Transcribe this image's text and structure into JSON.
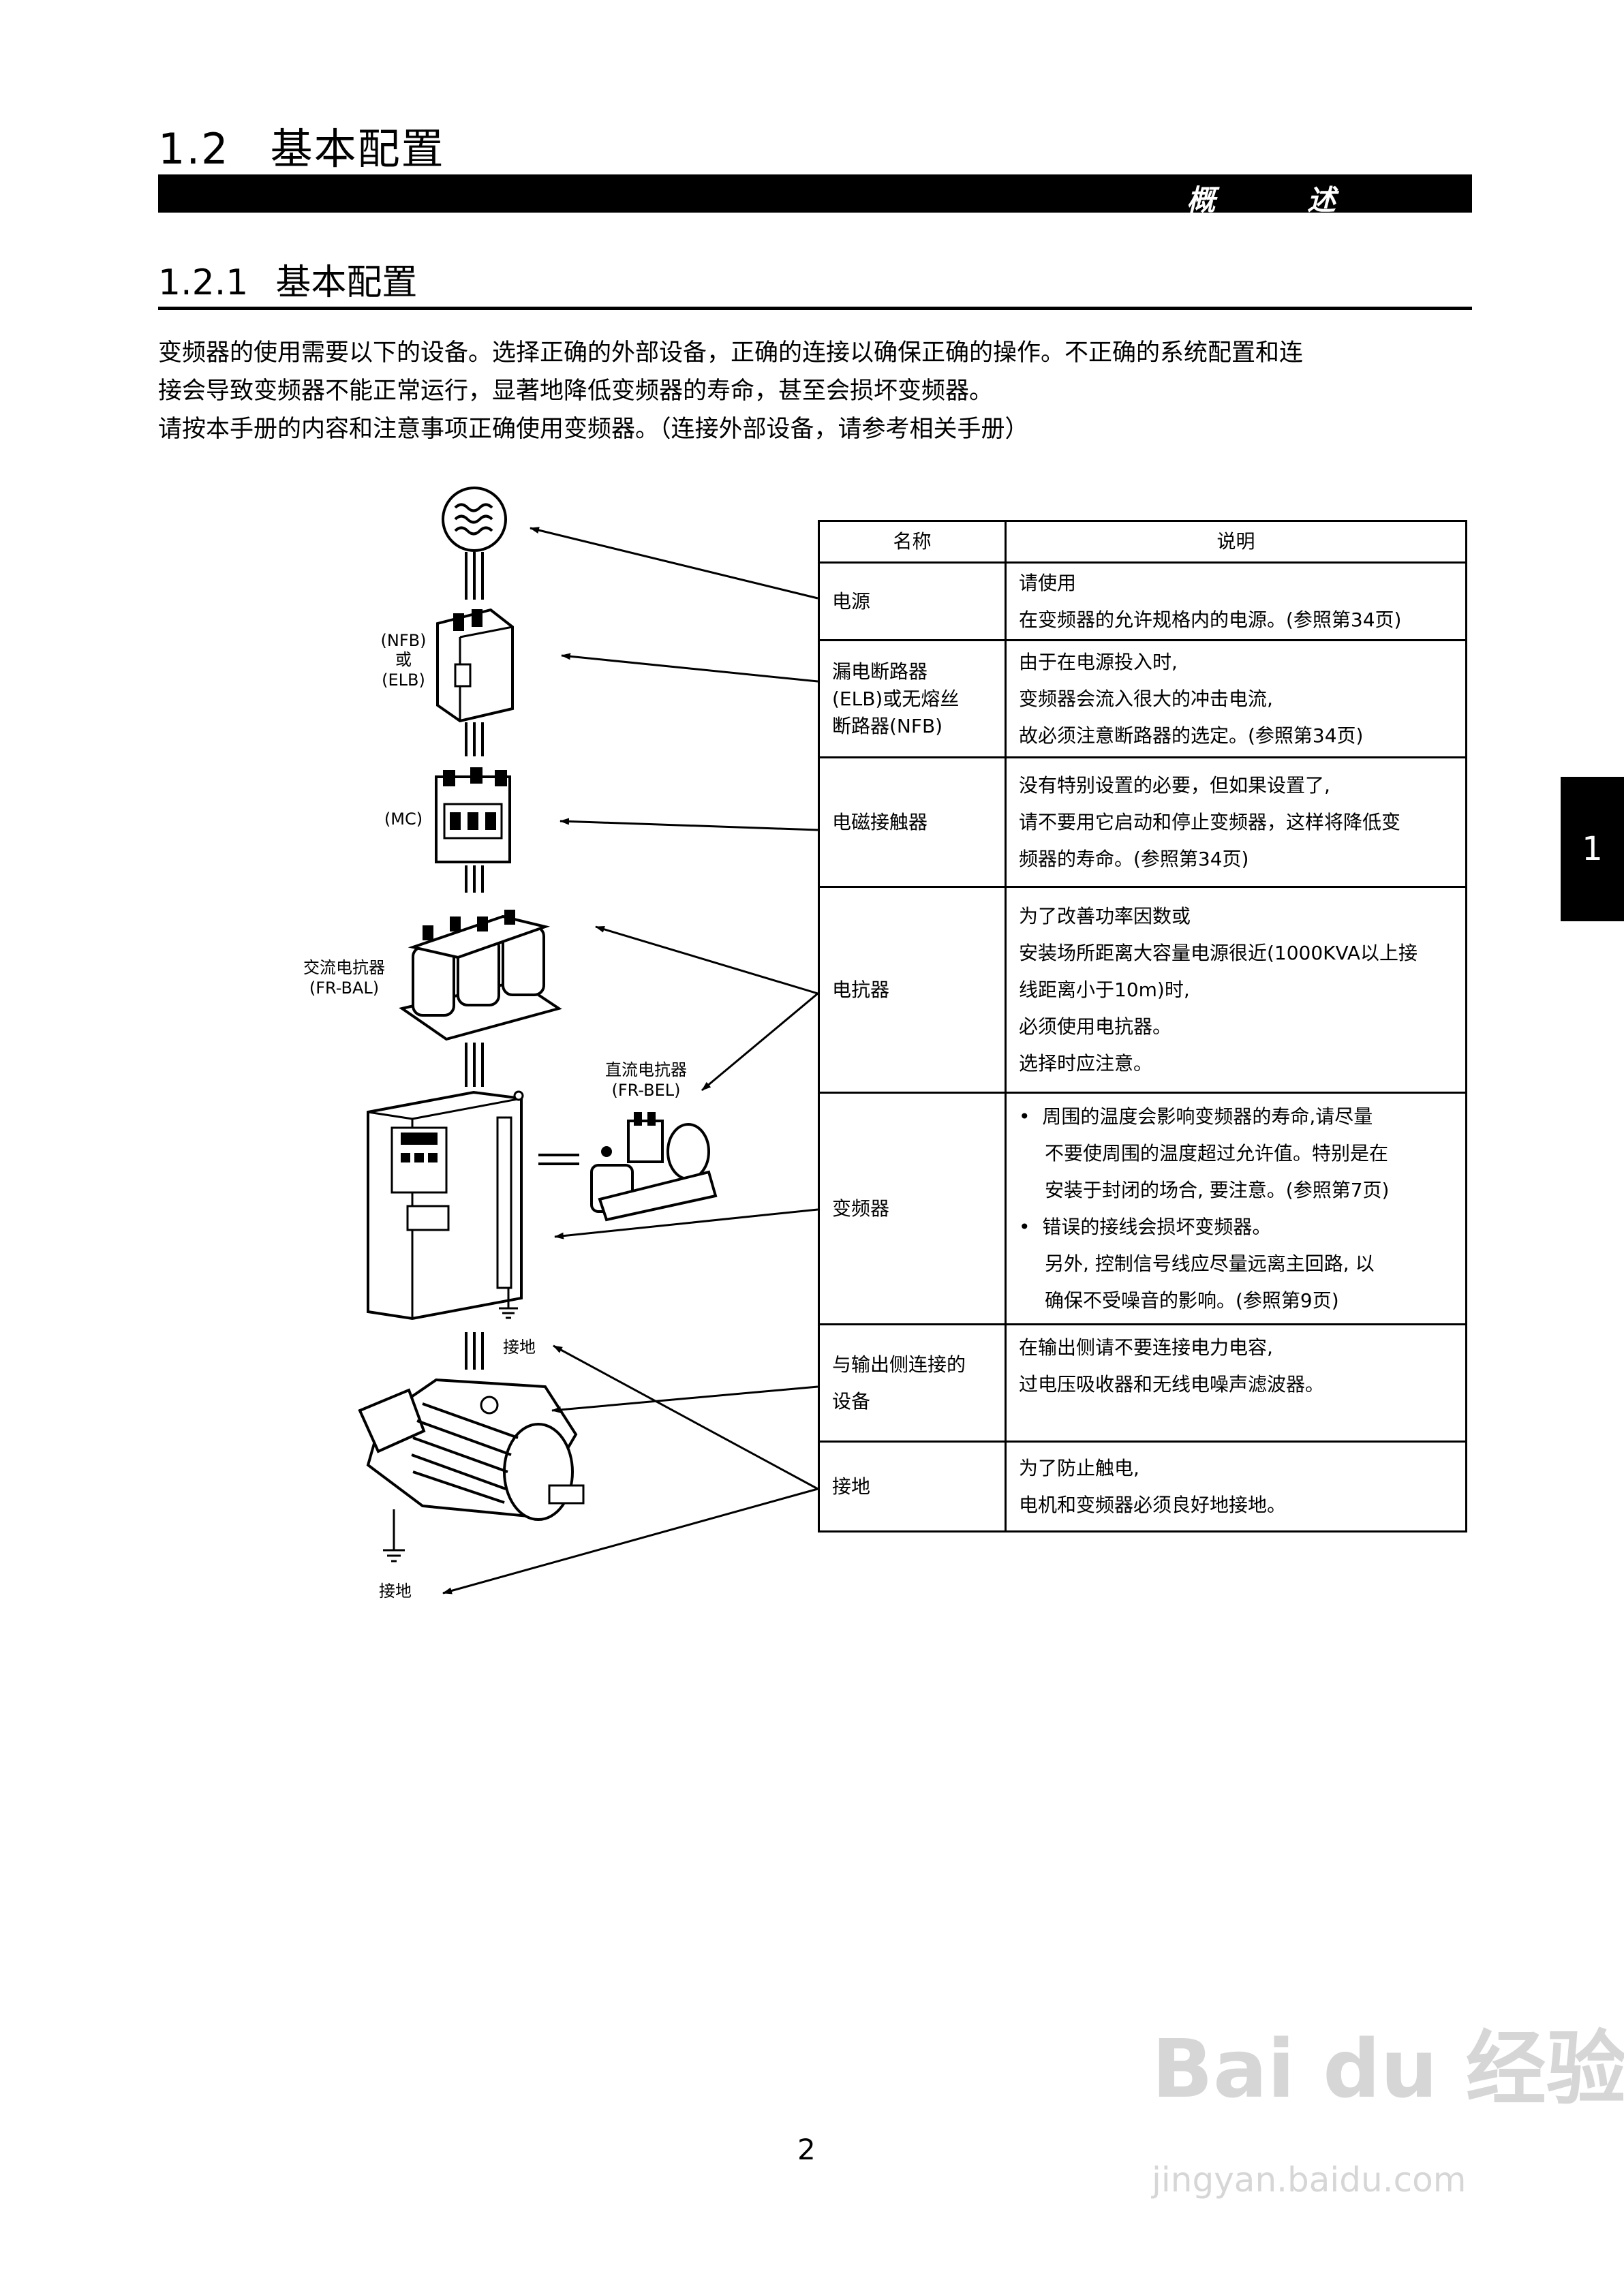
{
  "section": {
    "number": "1.2",
    "title": "基本配置"
  },
  "chapter_bar": {
    "label": "概 述"
  },
  "subsection": {
    "number": "1.2.1",
    "title": "基本配置"
  },
  "intro": [
    "变频器的使用需要以下的设备。选择正确的外部设备，正确的连接以确保正确的操作。不正确的系统配置和连",
    "接会导致变频器不能正常运行，显著地降低变频器的寿命，甚至会损坏变频器。",
    "请按本手册的内容和注意事项正确使用变频器。（连接外部设备，请参考相关手册）"
  ],
  "side_tab": "1",
  "diagram": {
    "nfb_label": "(NFB)",
    "or_label": "或",
    "elb_label": "(ELB)",
    "mc_label": "(MC)",
    "ac_reactor_label": "交流电抗器",
    "ac_reactor_model": "(FR-BAL)",
    "dc_reactor_label": "直流电抗器",
    "dc_reactor_model": "(FR-BEL)",
    "ground_label_1": "接地",
    "ground_label_2": "接地"
  },
  "table": {
    "headers": [
      "名称",
      "说明"
    ],
    "rows": [
      {
        "name": [
          "电源"
        ],
        "desc": [
          "请使用",
          "在变频器的允许规格内的电源。(参照第34页)"
        ]
      },
      {
        "name": [
          "漏电断路器",
          "(ELB)或无熔丝",
          "断路器(NFB)"
        ],
        "desc": [
          "由于在电源投入时,",
          "变频器会流入很大的冲击电流,",
          "故必须注意断路器的选定。(参照第34页)"
        ]
      },
      {
        "name": [
          "电磁接触器"
        ],
        "desc": [
          "没有特别设置的必要，但如果设置了,",
          "请不要用它启动和停止变频器，这样将降低变",
          "频器的寿命。(参照第34页)"
        ]
      },
      {
        "name": [
          "电抗器"
        ],
        "desc": [
          "为了改善功率因数或",
          "安装场所距离大容量电源很近(1000KVA以上接",
          "线距离小于10m)时,",
          "必须使用电抗器。",
          "选择时应注意。"
        ]
      },
      {
        "name": [
          "变频器"
        ],
        "bullets": [
          [
            "周围的温度会影响变频器的寿命,请尽量",
            "不要使周围的温度超过允许值。特别是在",
            "安装于封闭的场合, 要注意。(参照第7页)"
          ],
          [
            "错误的接线会损坏变频器。",
            "另外, 控制信号线应尽量远离主回路, 以",
            "确保不受噪音的影响。(参照第9页)"
          ]
        ]
      },
      {
        "name": [
          "与输出侧连接的",
          "设备"
        ],
        "desc": [
          "在输出侧请不要连接电力电容,",
          "过电压吸收器和无线电噪声滤波器。"
        ]
      },
      {
        "name": [
          "接地"
        ],
        "desc": [
          "为了防止触电,",
          "电机和变频器必须良好地接地。"
        ]
      }
    ]
  },
  "page_number": "2",
  "watermark": {
    "brand": "Bai du 经验",
    "url": "jingyan.baidu.com"
  }
}
